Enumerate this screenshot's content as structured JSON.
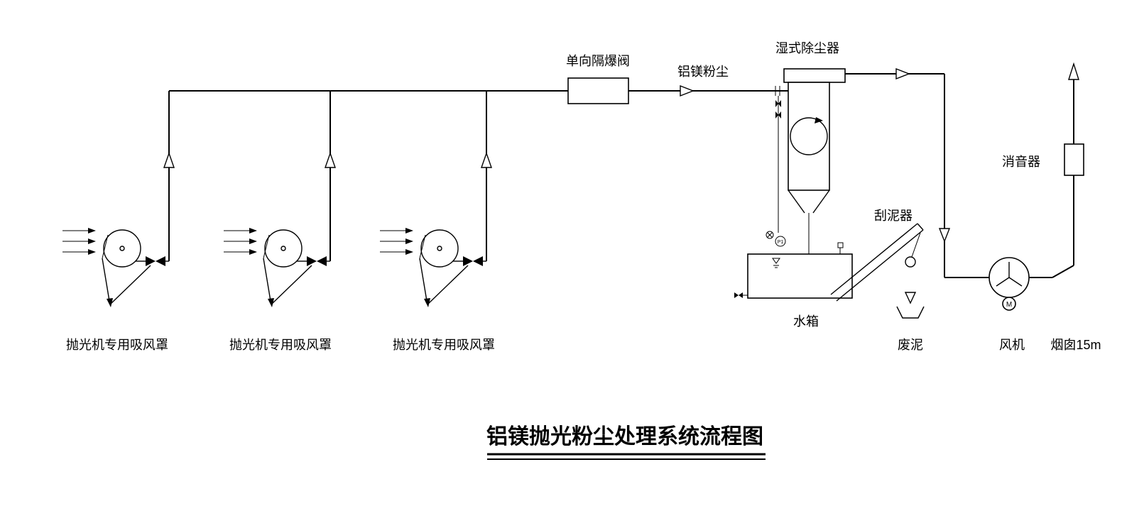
{
  "title": {
    "text": "铝镁抛光粉尘处理系统流程图"
  },
  "labels": {
    "explosion_valve": "单向隔爆阀",
    "dust_flow": "铝镁粉尘",
    "wet_scrubber": "湿式除尘器",
    "muffler": "消音器",
    "mud_scraper": "刮泥器",
    "water_tank": "水箱",
    "waste_mud": "废泥",
    "fan": "风机",
    "chimney": "烟囱15m",
    "hoods": [
      "抛光机专用吸风罩",
      "抛光机专用吸风罩",
      "抛光机专用吸风罩"
    ],
    "pressure_gauge": "P1",
    "motor": "M"
  },
  "colors": {
    "line": "#000000",
    "background": "#ffffff"
  }
}
